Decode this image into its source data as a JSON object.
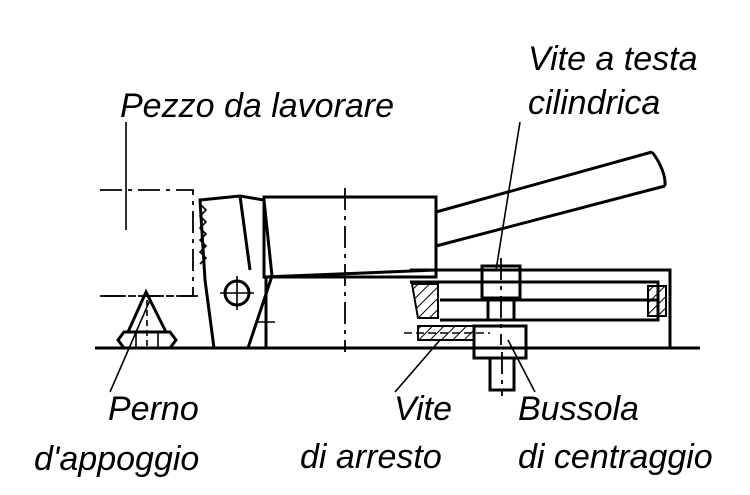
{
  "labels": {
    "workpiece": "Pezzo da lavorare",
    "cap_screw_line1": "Vite a testa",
    "cap_screw_line2": "cilindrica",
    "support_pin_line1": "Perno",
    "support_pin_line2": "d'appoggio",
    "set_screw_line1": "Vite",
    "set_screw_line2": "di arresto",
    "bushing_line1": "Bussola",
    "bushing_line2": "di centraggio"
  }
}
